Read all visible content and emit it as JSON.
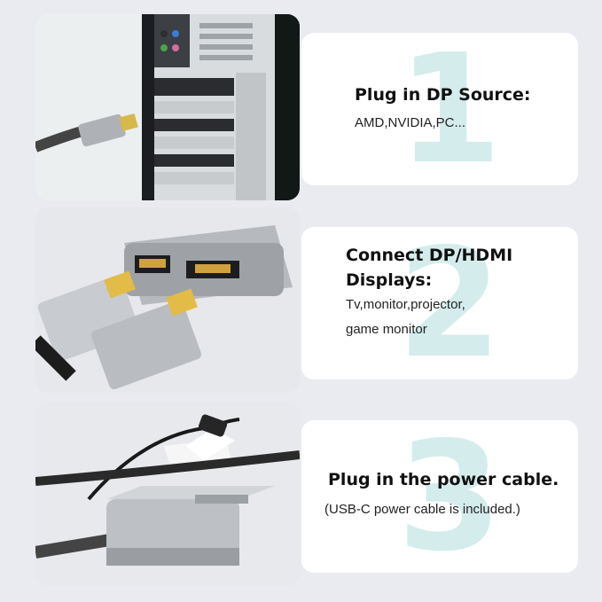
{
  "steps": [
    {
      "number": "1",
      "title": "Plug in DP Source:",
      "subtitle": "AMD,NVIDIA,PC..."
    },
    {
      "number": "2",
      "title_line1": "Connect DP/HDMI",
      "title_line2": "Displays:",
      "subtitle_line1": "Tv,monitor,projector,",
      "subtitle_line2": "game monitor"
    },
    {
      "number": "3",
      "title": "Plug in the power cable.",
      "subtitle": "(USB-C power cable is included.)"
    }
  ],
  "colors": {
    "background": "#e9ebf0",
    "card": "#ffffff",
    "number_tint": "#d4ecec"
  }
}
